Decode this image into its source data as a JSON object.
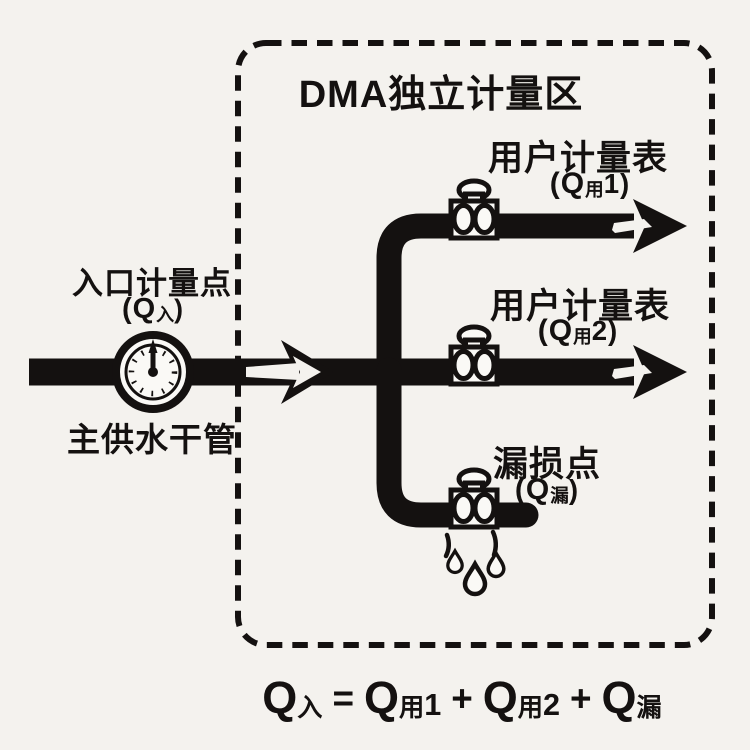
{
  "diagram": {
    "title": "DMA独立计量区",
    "colors": {
      "background": "#f4f2ee",
      "ink": "#141110",
      "meter_face": "#faf9f6"
    }
  },
  "inlet": {
    "label": "入口计量点",
    "q_pre": "(Q",
    "q_sub": "入",
    "q_post": ")",
    "pipe_label": "主供水干管",
    "icon": "water-meter-gauge-icon"
  },
  "branches": {
    "user1": {
      "label": "用户计量表",
      "q_pre": "(Q",
      "q_sub": "用",
      "q_post": "1)",
      "icon": "flow-meter-icon"
    },
    "user2": {
      "label": "用户计量表",
      "q_pre": "(Q",
      "q_sub": "用",
      "q_post": "2)",
      "icon": "flow-meter-icon"
    },
    "leak": {
      "label": "漏损点",
      "q_pre": "(Q",
      "q_sub": "漏",
      "q_post": ")",
      "icon": "leaking-meter-icon"
    }
  },
  "formula": {
    "t1": {
      "base": "Q",
      "sub": "入"
    },
    "op1": "=",
    "t2": {
      "base": "Q",
      "sub": "用",
      "num": "1"
    },
    "op2": "+",
    "t3": {
      "base": "Q",
      "sub": "用",
      "num": "2"
    },
    "op3": "+",
    "t4": {
      "base": "Q",
      "sub": "漏"
    }
  }
}
